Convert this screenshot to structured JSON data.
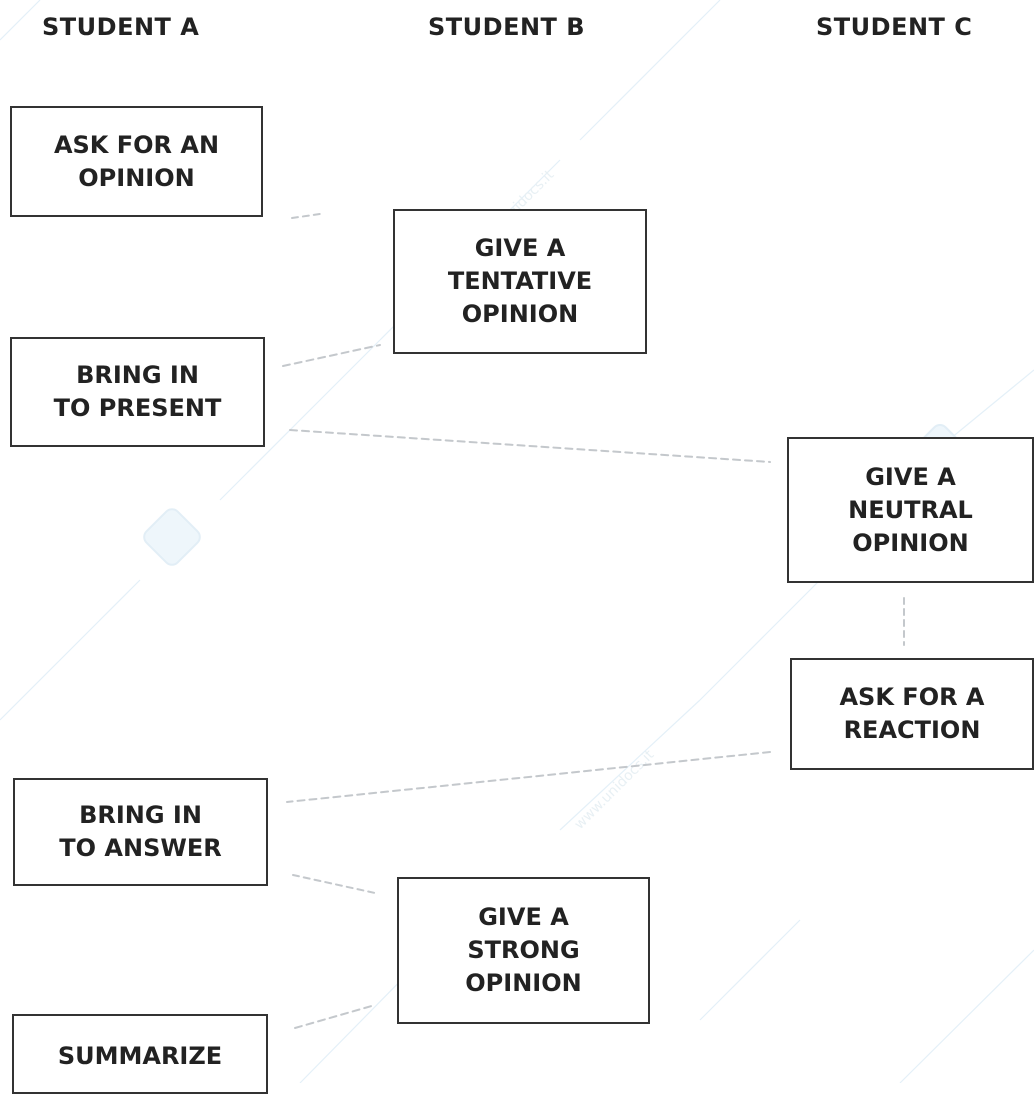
{
  "columns": [
    {
      "label": "STUDENT A"
    },
    {
      "label": "STUDENT B"
    },
    {
      "label": "STUDENT C"
    }
  ],
  "steps": [
    {
      "label": "ASK FOR AN\nOPINION",
      "student": "STUDENT A"
    },
    {
      "label": "GIVE A\nTENTATIVE\nOPINION",
      "student": "STUDENT B"
    },
    {
      "label": "BRING IN\nTO PRESENT",
      "student": "STUDENT A"
    },
    {
      "label": "GIVE A\nNEUTRAL\nOPINION",
      "student": "STUDENT C"
    },
    {
      "label": "ASK FOR A\nREACTION",
      "student": "STUDENT C"
    },
    {
      "label": "BRING IN\nTO ANSWER",
      "student": "STUDENT A"
    },
    {
      "label": "GIVE A\nSTRONG\nOPINION",
      "student": "STUDENT B"
    },
    {
      "label": "SUMMARIZE",
      "student": "STUDENT A"
    }
  ],
  "watermark": {
    "text": "www.unidocs.it"
  }
}
